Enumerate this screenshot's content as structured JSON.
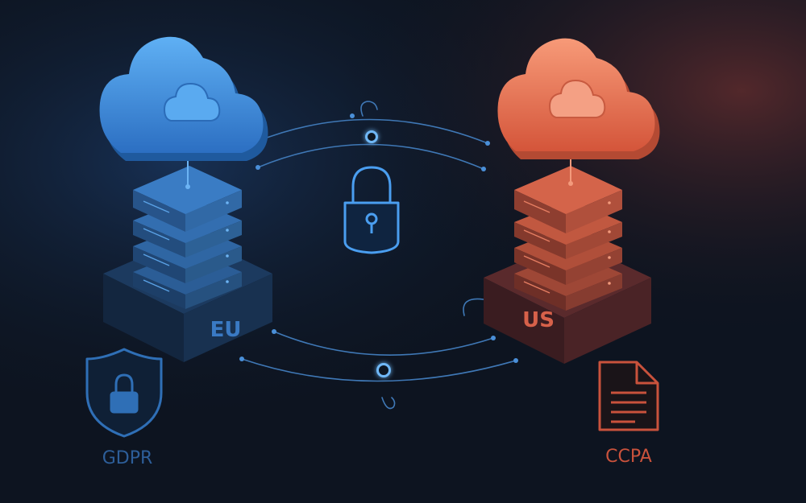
{
  "left_region": {
    "label": "EU",
    "compliance": "GDPR",
    "color": "#3d86d6"
  },
  "right_region": {
    "label": "US",
    "compliance": "CCPA",
    "color": "#e8694a"
  },
  "center": {
    "icon": "padlock-icon",
    "color": "#4a9ef0"
  },
  "colors": {
    "background": "#0d1420",
    "link_line": "#3f78b6",
    "eu_text": "#3a7ac4",
    "us_text": "#d7614a"
  }
}
